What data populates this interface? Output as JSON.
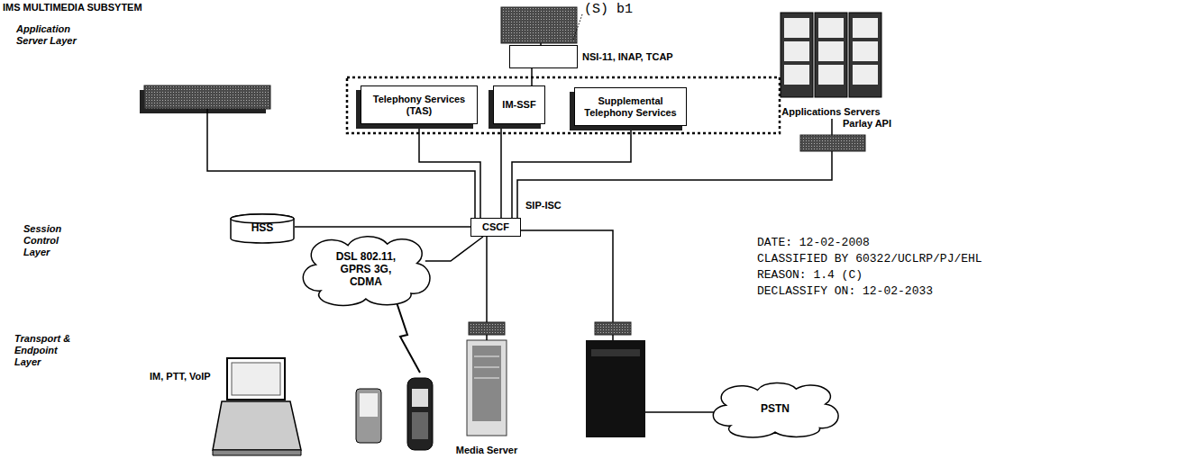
{
  "diagram": {
    "title": "IMS MULTIMEDIA SUBSYTEM",
    "nodes": [
      {
        "text": [
          "NSI-11, INAP, TCAP"
        ]
      },
      {
        "text": [
          "Telephony Services (TAS)"
        ]
      },
      {
        "text": [
          "IM-SSF"
        ]
      },
      {
        "text": [
          "Supplemental Telephony Services"
        ]
      },
      {
        "text": [
          "Applications Servers"
        ]
      },
      {
        "text": [
          "HSS"
        ]
      },
      {
        "text": [
          "CSCF"
        ]
      },
      {
        "text": [
          "DSL 802.11, GPRS 3G, CDMA"
        ]
      },
      {
        "text": [
          "Media Server"
        ]
      },
      {
        "text": [
          "PSTN"
        ]
      }
    ],
    "edges": [
      {
        "from": 6,
        "to": 1,
        "arrow": "none"
      },
      {
        "from": 6,
        "to": 2,
        "arrow": "none"
      },
      {
        "from": 6,
        "to": 3,
        "arrow": "none"
      },
      {
        "from": 2,
        "to": 0,
        "arrow": "none"
      },
      {
        "from": 6,
        "to": 5,
        "arrow": "none"
      },
      {
        "from": 6,
        "to": 7,
        "arrow": "none"
      },
      {
        "from": 6,
        "to": 8,
        "arrow": "none"
      }
    ],
    "labels": [
      "Application Server Layer",
      "Session Control Layer",
      "Transport & Endpoint Layer",
      "(S) b1",
      "Parlay API",
      "SIP-ISC",
      "IM, PTT, VoIP",
      "DATE: 12-02-2008",
      "CLASSIFIED BY 60322/UCLRP/PJ/EHL",
      "REASON: 1.4 (C)",
      "DECLASSIFY ON: 12-02-2033"
    ]
  }
}
